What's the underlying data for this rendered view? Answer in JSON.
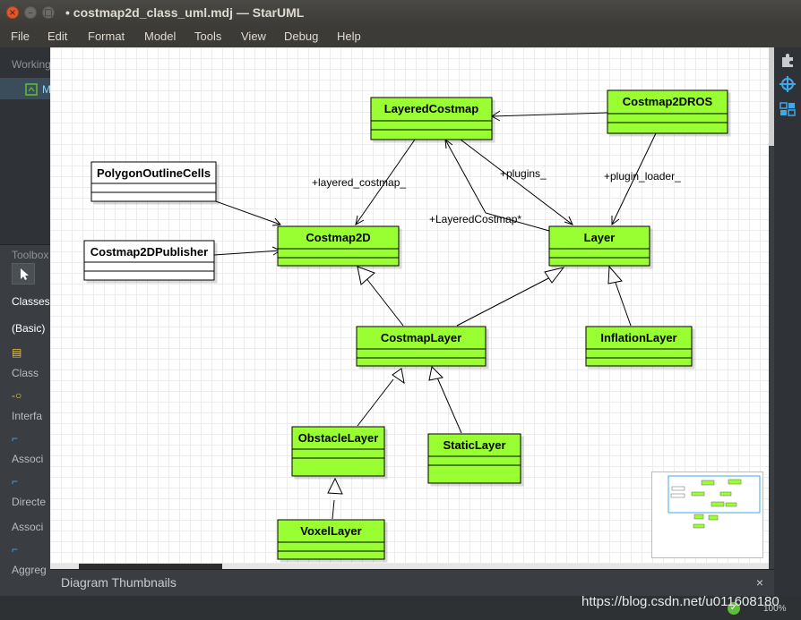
{
  "window": {
    "title": "• costmap2d_class_uml.mdj — StarUML",
    "close_glyph": "×",
    "min_glyph": "–",
    "max_glyph": "□"
  },
  "menu": [
    "File",
    "Edit",
    "Format",
    "Model",
    "Tools",
    "View",
    "Debug",
    "Help"
  ],
  "sidebar": {
    "working_label": "Working",
    "model_label": "M",
    "toolbox_label": "Toolbox",
    "classes_label": "Classes",
    "basic_label": "(Basic)",
    "tools": [
      "Class",
      "Interfa",
      "Associ",
      "Directe",
      "Associ",
      "Aggreg"
    ]
  },
  "diagram": {
    "classes": [
      {
        "name": "LayeredCostmap",
        "style": "green"
      },
      {
        "name": "Costmap2DROS",
        "style": "green"
      },
      {
        "name": "PolygonOutlineCells",
        "style": "white"
      },
      {
        "name": "Costmap2DPublisher",
        "style": "white"
      },
      {
        "name": "Costmap2D",
        "style": "green"
      },
      {
        "name": "Layer",
        "style": "green"
      },
      {
        "name": "CostmapLayer",
        "style": "green"
      },
      {
        "name": "InflationLayer",
        "style": "green"
      },
      {
        "name": "ObstacleLayer",
        "style": "green"
      },
      {
        "name": "StaticLayer",
        "style": "green"
      },
      {
        "name": "VoxelLayer",
        "style": "green"
      }
    ],
    "labels": {
      "layered_costmap": "+layered_costmap_",
      "plugins": "+plugins_",
      "plugin_loader": "+plugin_loader_",
      "layered_costmap_star": "+LayeredCostmap*"
    },
    "colors": {
      "class_fill": "#99ff33",
      "class_border": "#000000"
    }
  },
  "panel": {
    "title": "Diagram Thumbnails",
    "close_glyph": "×"
  },
  "status": {
    "zoom": "100%"
  },
  "watermark": "https://blog.csdn.net/u011608180"
}
